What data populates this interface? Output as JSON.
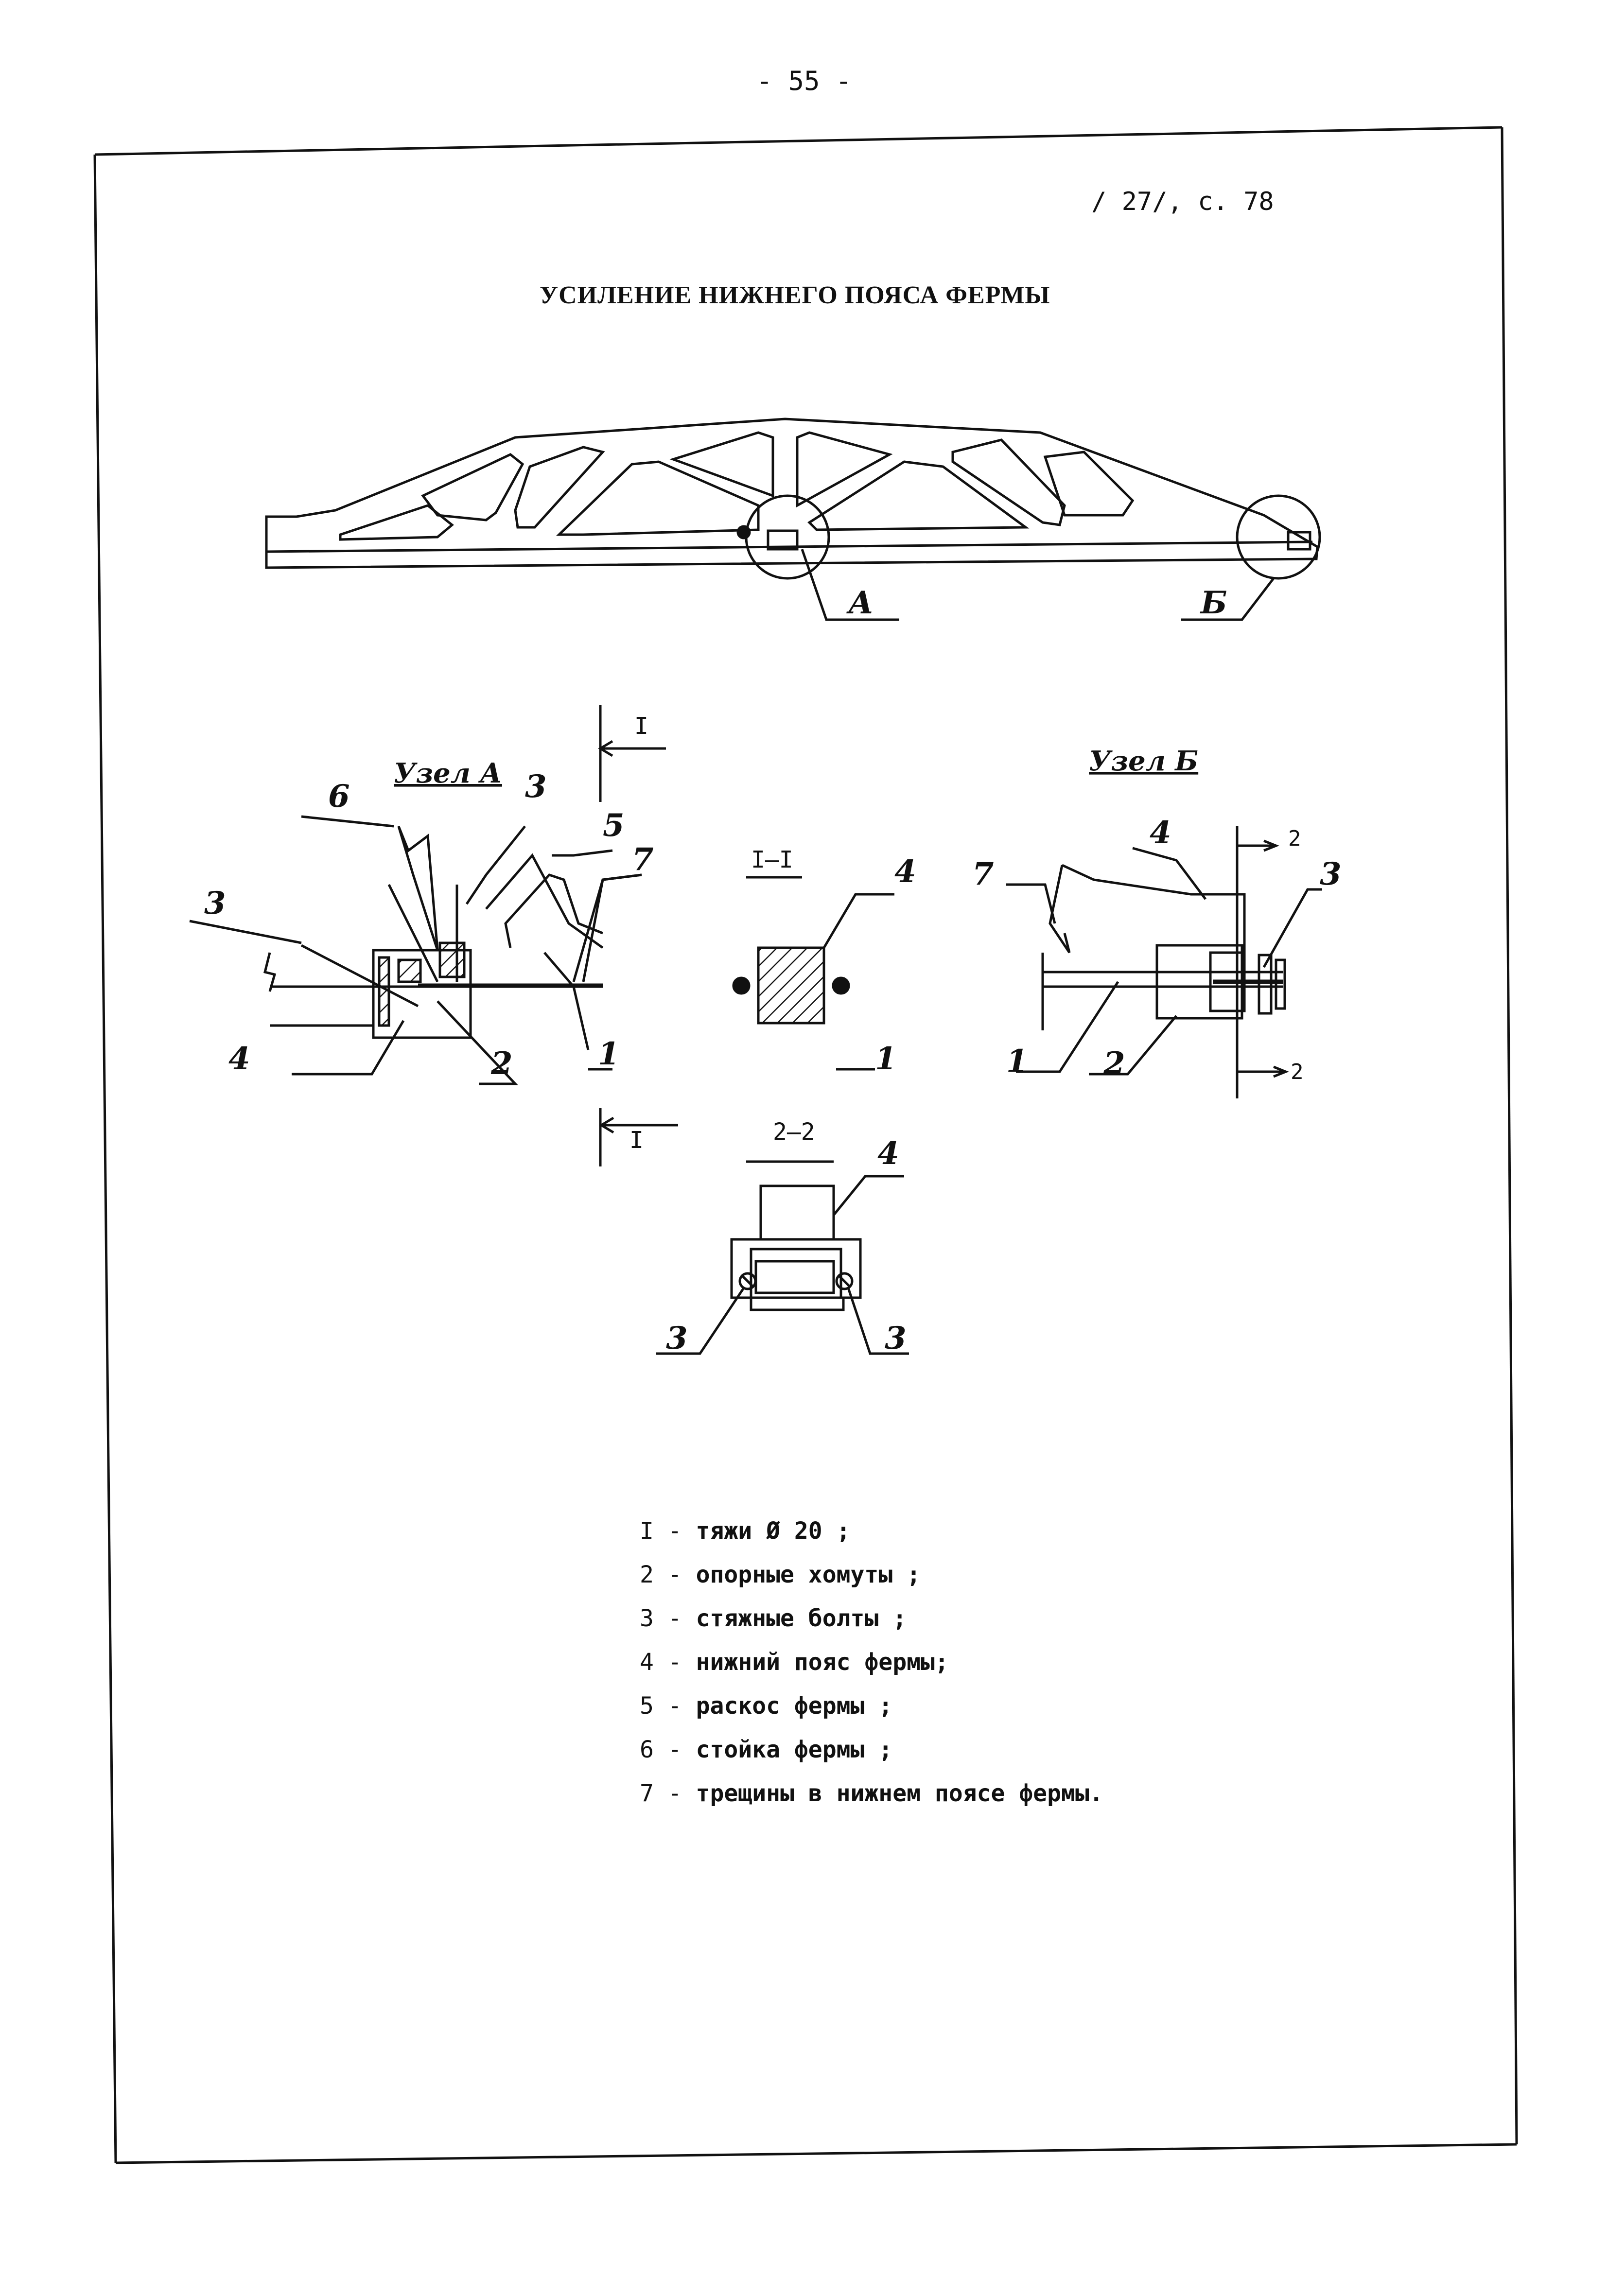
{
  "page_number": "- 55 -",
  "reference": "/ 27/, с. 78",
  "title": "УСИЛЕНИЕ НИЖНЕГО ПОЯСА ФЕРМЫ",
  "callouts": {
    "node_a": "А",
    "node_b": "Б",
    "uzel_a": "Узел А",
    "uzel_b": "Узел Б",
    "section_1": "I",
    "section_1_1": "I–I",
    "section_2": "2",
    "section_2_2": "2–2",
    "n1": "1",
    "n2": "2",
    "n3": "3",
    "n4": "4",
    "n5": "5",
    "n6": "6",
    "n7": "7"
  },
  "legend": [
    {
      "num": "I",
      "text": "тяжи Ø 20 ;"
    },
    {
      "num": "2",
      "text": "опорные хомуты ;"
    },
    {
      "num": "3",
      "text": "стяжные болты ;"
    },
    {
      "num": "4",
      "text": "нижний пояс фермы;"
    },
    {
      "num": "5",
      "text": "раскос фермы ;"
    },
    {
      "num": "6",
      "text": "стойка фермы ;"
    },
    {
      "num": "7",
      "text": "трещины в нижнем поясе фермы."
    }
  ]
}
